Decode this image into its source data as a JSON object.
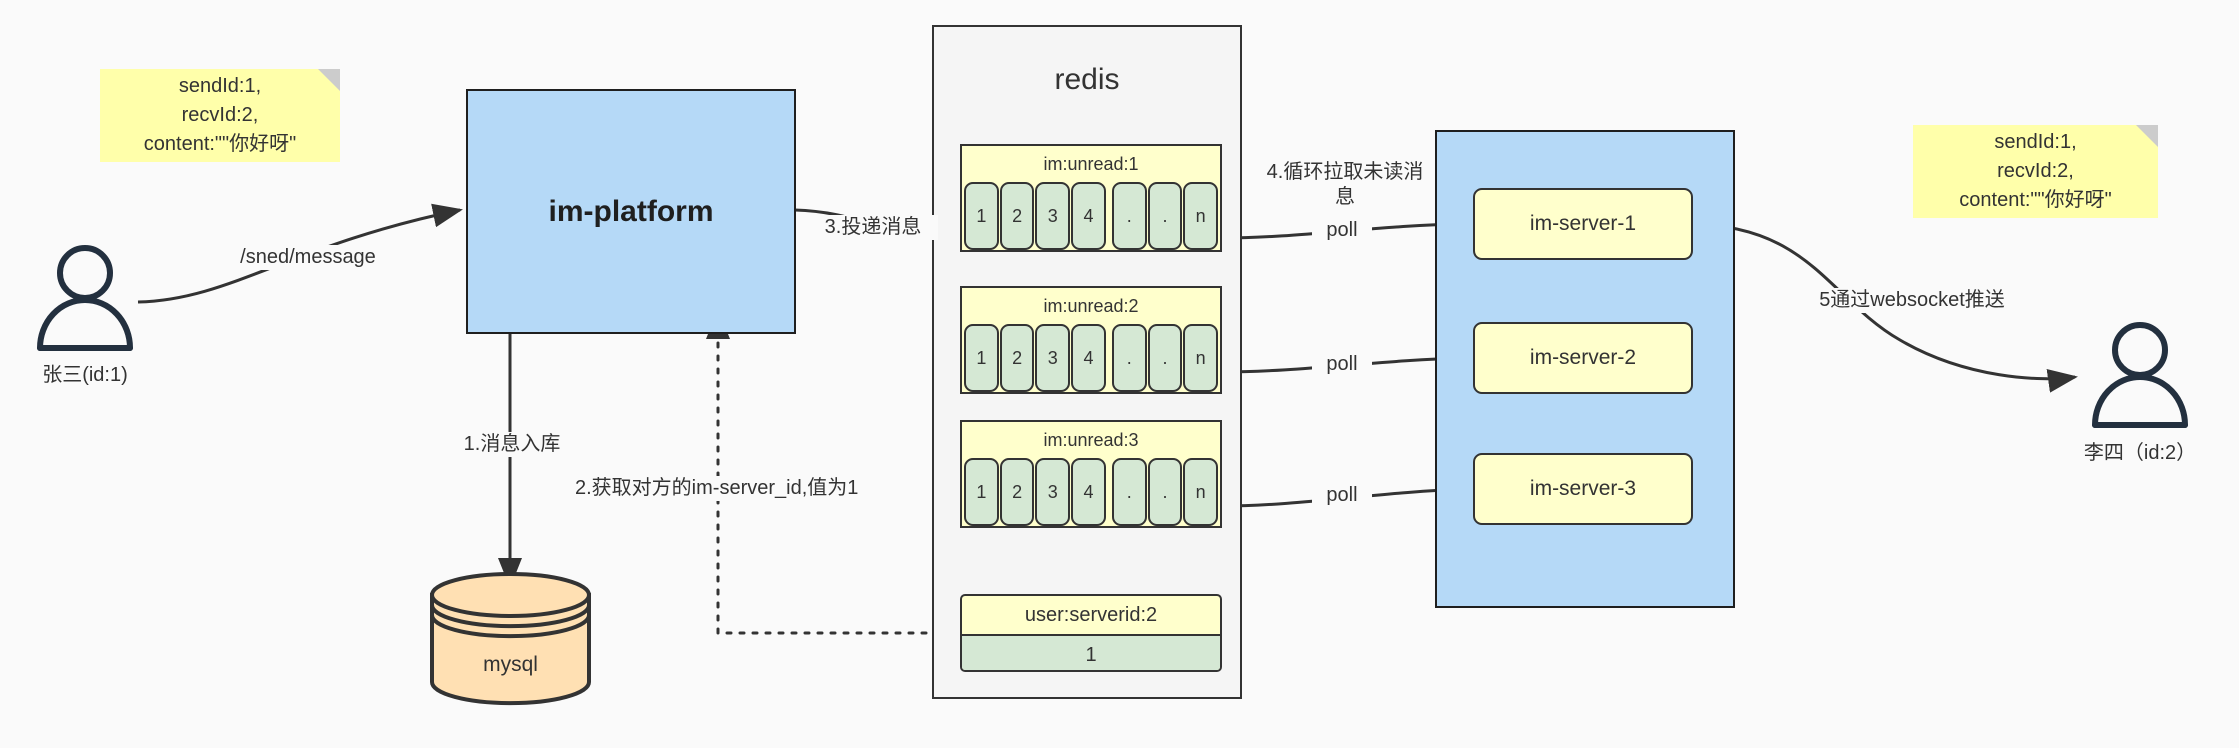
{
  "diagram": {
    "title": "IM message delivery architecture",
    "colors": {
      "note_yellow": "#ffffaa",
      "box_yellow": "#ffffcc",
      "cell_green": "#d5e8d4",
      "box_blue": "#b5d9f7",
      "box_gray": "#f5f5f5",
      "db_orange": "#ffe0b3",
      "stroke": "#333333",
      "actor": "#23303f"
    }
  },
  "notes": {
    "left": "sendId:1,\nrecvId:2,\ncontent:\"\"你好呀\"",
    "right": "sendId:1,\nrecvId:2,\ncontent:\"\"你好呀\""
  },
  "actors": {
    "sender": {
      "label": "张三(id:1)",
      "icon": "person-icon"
    },
    "receiver": {
      "label": "李四（id:2）",
      "icon": "person-icon"
    }
  },
  "platform": {
    "label": "im-platform"
  },
  "database": {
    "label": "mysql",
    "icon": "cylinder-database-icon"
  },
  "redis": {
    "title": "redis",
    "groups": [
      {
        "key": "im:unread:1",
        "cells": [
          "1",
          "2",
          "3",
          "4",
          ".",
          ".",
          "n"
        ]
      },
      {
        "key": "im:unread:2",
        "cells": [
          "1",
          "2",
          "3",
          "4",
          ".",
          ".",
          "n"
        ]
      },
      {
        "key": "im:unread:3",
        "cells": [
          "1",
          "2",
          "3",
          "4",
          ".",
          ".",
          "n"
        ]
      }
    ],
    "kv": {
      "key": "user:serverid:2",
      "value": "1"
    }
  },
  "servers": {
    "items": [
      {
        "label": "im-server-1"
      },
      {
        "label": "im-server-2"
      },
      {
        "label": "im-server-3"
      }
    ]
  },
  "edges": {
    "send_message": "/sned/message",
    "step1": "1.消息入库",
    "step2": "2.获取对方的im-server_id,值为1",
    "step3": "3.投递消息",
    "step4": "4.循环拉取未读消\n息",
    "step5": "5通过websocket推送",
    "poll1": "poll",
    "poll2": "poll",
    "poll3": "poll"
  }
}
